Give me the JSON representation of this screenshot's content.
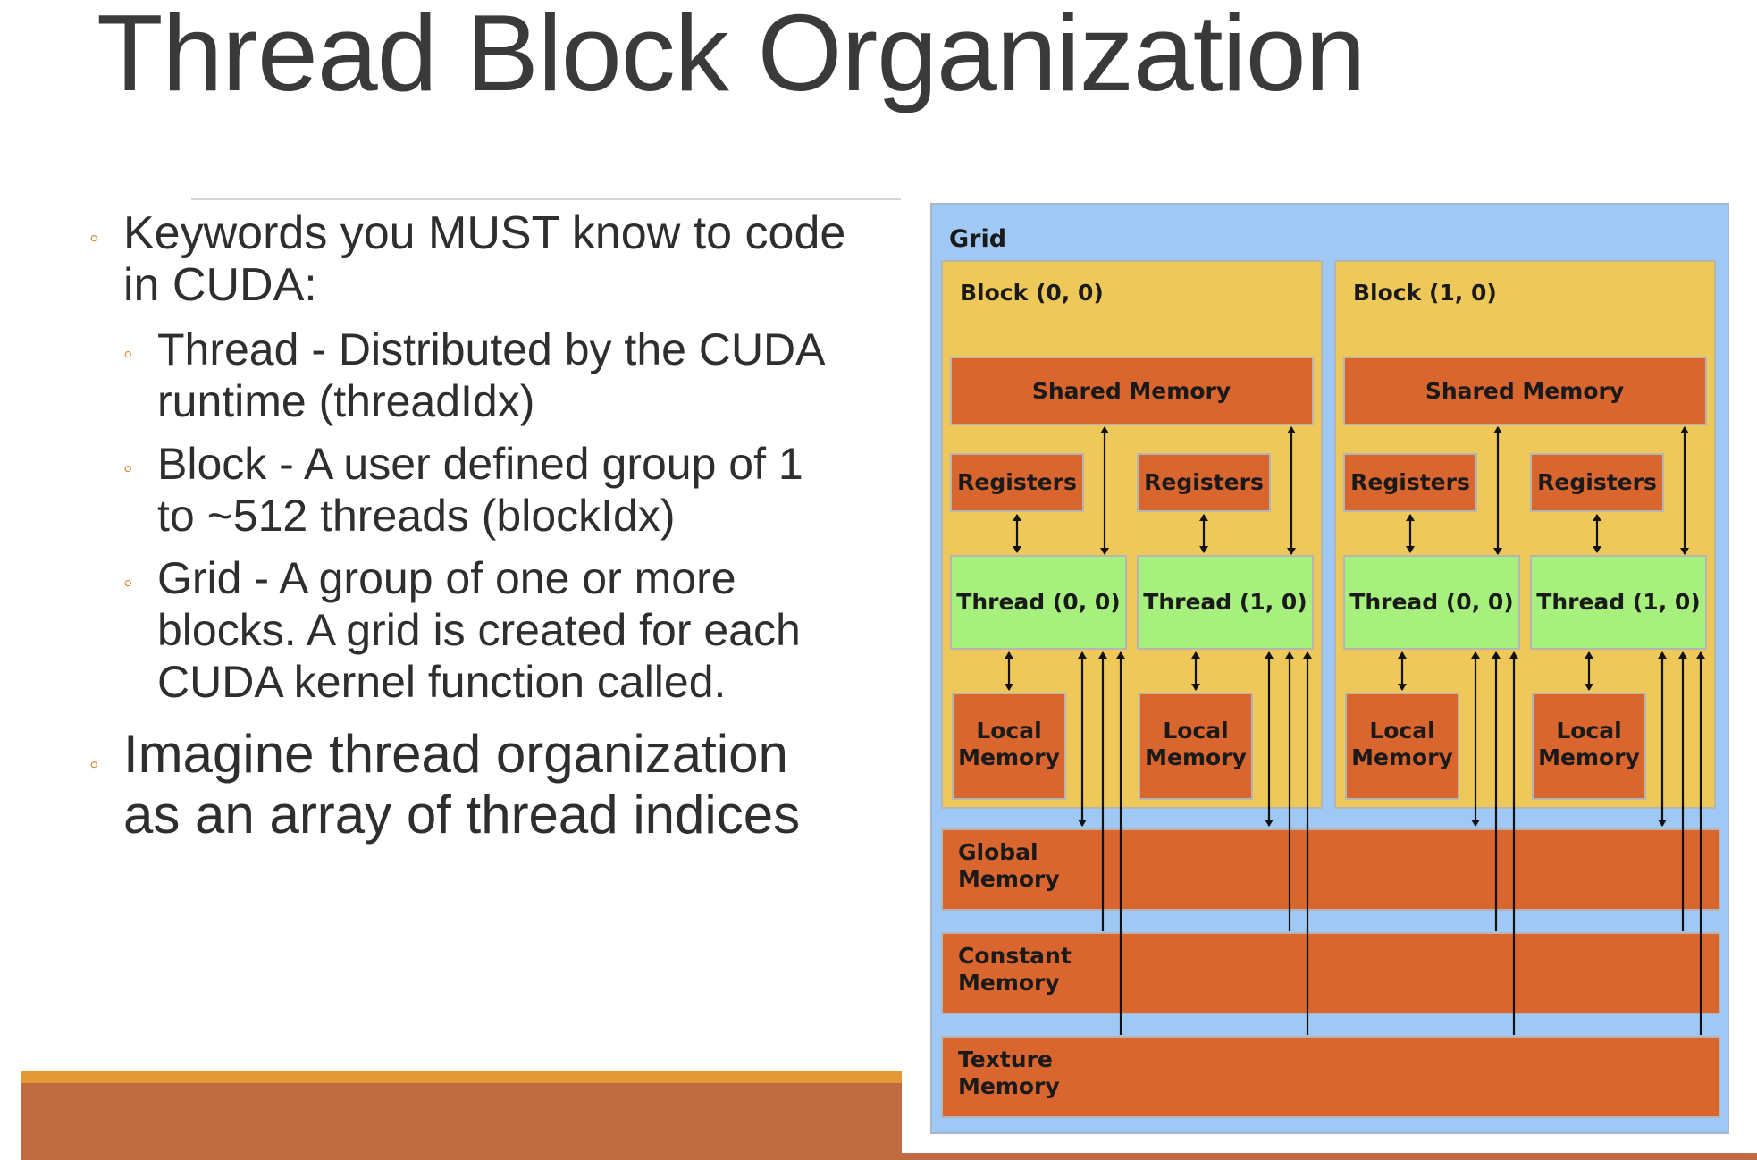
{
  "slide": {
    "title": "Thread Block Organization",
    "bullets": [
      {
        "text": "Keywords you MUST know to code\nin CUDA:"
      },
      {
        "text": "Thread - Distributed by the CUDA\nruntime (threadIdx)"
      },
      {
        "text": "Block - A user defined group of 1\nto ~512 threads (blockIdx)"
      },
      {
        "text": "Grid - A group of one or more\nblocks. A grid is created for each\nCUDA kernel function called."
      },
      {
        "text": "Imagine thread organization\nas an array of thread indices"
      }
    ],
    "bullet_glyph": "◦"
  },
  "diagram": {
    "grid_label": "Grid",
    "blocks": [
      {
        "label": "Block (0, 0)",
        "shared_memory": "Shared Memory",
        "threads": [
          {
            "label": "Thread (0, 0)",
            "registers": "Registers",
            "local_memory": [
              "Local",
              "Memory"
            ]
          },
          {
            "label": "Thread (1, 0)",
            "registers": "Registers",
            "local_memory": [
              "Local",
              "Memory"
            ]
          }
        ]
      },
      {
        "label": "Block (1, 0)",
        "shared_memory": "Shared Memory",
        "threads": [
          {
            "label": "Thread (0, 0)",
            "registers": "Registers",
            "local_memory": [
              "Local",
              "Memory"
            ]
          },
          {
            "label": "Thread (1, 0)",
            "registers": "Registers",
            "local_memory": [
              "Local",
              "Memory"
            ]
          }
        ]
      }
    ],
    "memories": [
      {
        "lines": [
          "Global",
          "Memory"
        ]
      },
      {
        "lines": [
          "Constant",
          "Memory"
        ]
      },
      {
        "lines": [
          "Texture",
          "Memory"
        ]
      }
    ],
    "colors": {
      "grid_bg": "#9fc8f5",
      "block_bg": "#eec95a",
      "memory": "#d9652f",
      "thread": "#a8f07e"
    }
  }
}
